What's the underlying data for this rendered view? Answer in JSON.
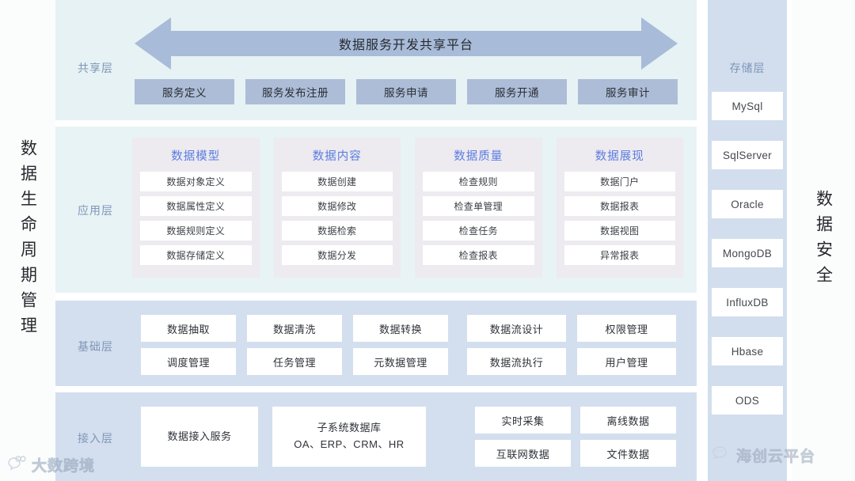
{
  "left_sidebar": {
    "label": "数据生命周期管理"
  },
  "right_sidebar": {
    "label": "数据安全"
  },
  "share_layer": {
    "label": "共享层",
    "arrow_title": "数据服务开发共享平台",
    "buttons": [
      {
        "label": "服务定义"
      },
      {
        "label": "服务发布注册"
      },
      {
        "label": "服务申请"
      },
      {
        "label": "服务开通"
      },
      {
        "label": "服务审计"
      }
    ]
  },
  "app_layer": {
    "label": "应用层",
    "cards": [
      {
        "title": "数据模型",
        "items": [
          "数据对象定义",
          "数据属性定义",
          "数据规则定义",
          "数据存储定义"
        ]
      },
      {
        "title": "数据内容",
        "items": [
          "数据创建",
          "数据修改",
          "数据检索",
          "数据分发"
        ]
      },
      {
        "title": "数据质量",
        "items": [
          "检查规则",
          "检查单管理",
          "检查任务",
          "检查报表"
        ]
      },
      {
        "title": "数据展现",
        "items": [
          "数据门户",
          "数据报表",
          "数据视图",
          "异常报表"
        ]
      }
    ]
  },
  "base_layer": {
    "label": "基础层",
    "group_a": [
      [
        "数据抽取",
        "调度管理"
      ],
      [
        "数据清洗",
        "任务管理"
      ],
      [
        "数据转换",
        "元数据管理"
      ]
    ],
    "group_b": [
      [
        "数据流设计",
        "数据流执行"
      ],
      [
        "权限管理",
        "用户管理"
      ]
    ]
  },
  "access_layer": {
    "label": "接入层",
    "service_box": "数据接入服务",
    "subsystem_box": {
      "line1": "子系统数据库",
      "line2": "OA、ERP、CRM、HR"
    },
    "sources": [
      "实时采集",
      "离线数据",
      "互联网数据",
      "文件数据"
    ]
  },
  "storage_layer": {
    "label": "存储层",
    "items": [
      "MySql",
      "SqlServer",
      "Oracle",
      "MongoDB",
      "InfluxDB",
      "Hbase",
      "ODS"
    ]
  },
  "watermarks": {
    "left": "大数跨境",
    "right": "海创云平台"
  },
  "colors": {
    "share_band": "#e6f2f4",
    "app_band": "#e8f3f5",
    "base_band": "#d3dfee",
    "storage_band": "#d2deee",
    "arrow": "#a8bbd8",
    "service_button": "#adbdd7",
    "card_bg": "#edeaf0",
    "card_title": "#5b7ce0",
    "layer_label": "#7f95b8"
  }
}
